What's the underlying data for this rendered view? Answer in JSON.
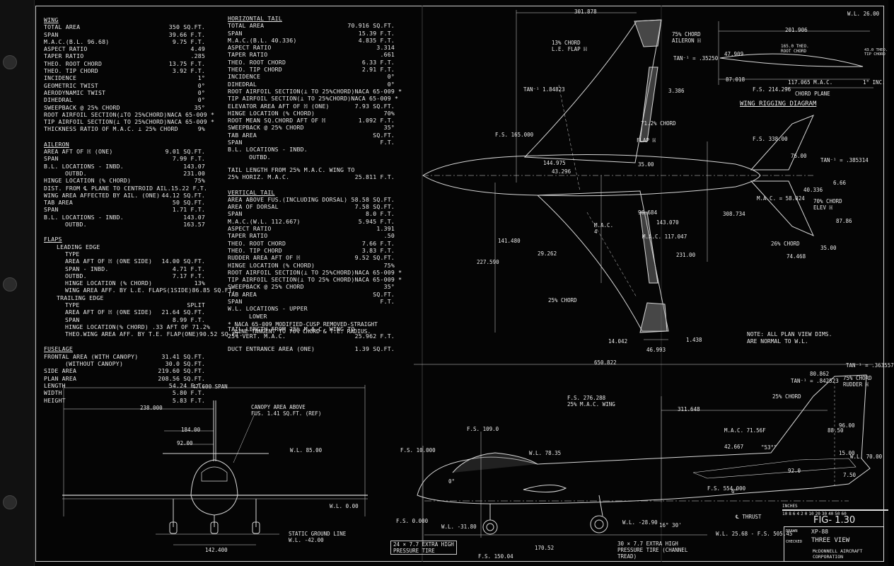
{
  "wing": {
    "title": "WING",
    "rows": [
      [
        "TOTAL AREA",
        "350 SQ.FT."
      ],
      [
        "SPAN",
        "39.66 F.T."
      ],
      [
        "M.A.C.(B.L. 96.68)",
        "9.75 F.T."
      ],
      [
        "ASPECT RATIO",
        "4.49"
      ],
      [
        "TAPER RATIO",
        ".285"
      ],
      [
        "THEO. ROOT CHORD",
        "13.75 F.T."
      ],
      [
        "THEO. TIP CHORD",
        "3.92 F.T."
      ],
      [
        "INCIDENCE",
        "1°"
      ],
      [
        "GEOMETRIC TWIST",
        "0°"
      ],
      [
        "AERODYNAMIC TWIST",
        "0°"
      ],
      [
        "DIHEDRAL",
        "0°"
      ],
      [
        "SWEEPBACK @ 25% CHORD",
        "35°"
      ],
      [
        "ROOT AIRFOIL SECTION(⊥TO 25%CHORD)",
        "NACA 65-009 *"
      ],
      [
        "TIP AIRFOIL SECTION(⊥ TO 25%CHORD)",
        "NACA 65-009 *"
      ],
      [
        "THICKNESS RATIO OF M.A.C. ⊥ 25% CHORD",
        "9%"
      ]
    ]
  },
  "aileron": {
    "title": "AILERON",
    "rows": [
      [
        "AREA AFT OF ℍ (ONE)",
        "9.01 SQ.FT.",
        ""
      ],
      [
        "SPAN",
        "7.99 F.T.",
        ""
      ],
      [
        "B.L. LOCATIONS - INBD.",
        "143.07",
        ""
      ],
      [
        "OUTBD.",
        "231.00",
        "sub2"
      ],
      [
        "HINGE LOCATION (% CHORD)",
        "75%",
        ""
      ],
      [
        "DIST. FROM ℄ PLANE TO CENTROID AIL.",
        "15.22 F.T.",
        ""
      ],
      [
        "WING AREA AFFECTED BY AIL. (ONE)",
        "44.12 SQ.FT.",
        ""
      ],
      [
        "TAB AREA",
        "50 SQ.FT.",
        ""
      ],
      [
        "SPAN",
        "1.71 F.T.",
        ""
      ],
      [
        "B.L. LOCATIONS - INBD.",
        "143.07",
        ""
      ],
      [
        "OUTBD.",
        "163.57",
        "sub2"
      ]
    ]
  },
  "flaps": {
    "title": "FLAPS",
    "rows": [
      [
        "LEADING EDGE",
        "",
        "sub"
      ],
      [
        "TYPE",
        "",
        "sub2"
      ],
      [
        "AREA AFT OF ℍ (ONE SIDE)",
        "14.00 SQ.FT.",
        "sub2"
      ],
      [
        "SPAN - INBD.",
        "4.71 F.T.",
        "sub2"
      ],
      [
        "OUTBD.",
        "7.17 F.T.",
        "sub2"
      ],
      [
        "HINGE LOCATION (% CHORD)",
        "13%",
        "sub2"
      ],
      [
        "WING AREA AFF. BY L.E. FLAPS(1SIDE)",
        "86.85 SQ.FT.",
        "sub2"
      ],
      [
        "TRAILING EDGE",
        "",
        "sub"
      ],
      [
        "TYPE",
        "SPLIT",
        "sub2"
      ],
      [
        "AREA AFT OF ℍ (ONE SIDE)",
        "21.64 SQ.FT.",
        "sub2"
      ],
      [
        "SPAN",
        "8.99 F.T.",
        "sub2"
      ],
      [
        "HINGE LOCATION(% CHORD)  .33 AFT OF 71.2%",
        "",
        "sub2"
      ],
      [
        "THEO.WING AREA AFF. BY T.E. FLAP(ONE)",
        "90.52 SQ.FT.",
        "sub2"
      ]
    ]
  },
  "fuselage": {
    "title": "FUSELAGE",
    "rows": [
      [
        "FRONTAL AREA (WITH CANOPY)",
        "31.41 SQ.FT.",
        ""
      ],
      [
        "(WITHOUT CANOPY)",
        "30.0 SQ.FT.",
        "sub2"
      ],
      [
        "SIDE AREA",
        "219.60 SQ.FT.",
        ""
      ],
      [
        "PLAN AREA",
        "208.56 SQ.FT.",
        ""
      ],
      [
        "LENGTH",
        "54.24 F.T.",
        ""
      ],
      [
        "WIDTH",
        "5.80 F.T.",
        ""
      ],
      [
        "HEIGHT",
        "5.83 F.T.",
        ""
      ]
    ]
  },
  "htail": {
    "title": "HORIZONTAL TAIL",
    "rows": [
      [
        "TOTAL AREA",
        "70.916 SQ.FT.",
        ""
      ],
      [
        "SPAN",
        "15.39 F.T.",
        ""
      ],
      [
        "M.A.C.(B.L. 40.336)",
        "4.835 F.T.",
        ""
      ],
      [
        "ASPECT RATIO",
        "3.314",
        ""
      ],
      [
        "TAPER RATIO",
        ".661",
        ""
      ],
      [
        "THEO. ROOT CHORD",
        "6.33 F.T.",
        ""
      ],
      [
        "THEO. TIP CHORD",
        "2.91 F.T.",
        ""
      ],
      [
        "INCIDENCE",
        "0°",
        ""
      ],
      [
        "DIHEDRAL",
        "0°",
        ""
      ],
      [
        "ROOT AIRFOIL SECTION(⊥ TO 25%CHORD)",
        "NACA 65-009 *",
        ""
      ],
      [
        "TIP AIRFOIL SECTION(⊥ TO 25%CHORD)",
        "NACA 65-009 *",
        ""
      ],
      [
        "ELEVATOR AREA AFT OF ℍ (ONE)",
        "7.93 SQ.FT.",
        ""
      ],
      [
        "HINGE LOCATION (% CHORD)",
        "70%",
        ""
      ],
      [
        "ROOT MEAN SQ.CHORD AFT OF ℍ",
        "1.092 F.T.",
        ""
      ],
      [
        "SWEEPBACK @ 25% CHORD",
        "35°",
        ""
      ],
      [
        "TAB AREA",
        "SQ.FT.",
        ""
      ],
      [
        "SPAN",
        "F.T.",
        ""
      ],
      [
        "B.L. LOCATIONS - INBD.",
        "",
        ""
      ],
      [
        "OUTBD.",
        "",
        "sub2"
      ]
    ]
  },
  "taillen_h": [
    "TAIL LENGTH FROM 25% M.A.C. WING TO",
    "25% HORIZ. M.A.C.",
    "25.811 F.T."
  ],
  "vtail": {
    "title": "VERTICAL TAIL",
    "rows": [
      [
        "AREA ABOVE FUS.(INCLUDING DORSAL)",
        "58.58 SQ.FT.",
        ""
      ],
      [
        "AREA OF DORSAL",
        "7.58 SQ.FT.",
        ""
      ],
      [
        "SPAN",
        "8.0 F.T.",
        ""
      ],
      [
        "M.A.C.(W.L. 112.667)",
        "5.945 F.T.",
        ""
      ],
      [
        "ASPECT RATIO",
        "1.391",
        ""
      ],
      [
        "TAPER RATIO",
        ".50",
        ""
      ],
      [
        "THEO. ROOT CHORD",
        "7.66 F.T.",
        ""
      ],
      [
        "THEO. TIP CHORD",
        "3.83 F.T.",
        ""
      ],
      [
        "RUDDER AREA AFT OF ℍ",
        "9.52 SQ.FT.",
        ""
      ],
      [
        "HINGE LOCATION (% CHORD)",
        "75%",
        ""
      ],
      [
        "ROOT AIRFOIL SECTION(⊥ TO 25%CHORD)",
        "NACA 65-009 *",
        ""
      ],
      [
        "TIP AIRFOIL SECTION(⊥ TO 25% CHORD)",
        "NACA 65-009 *",
        ""
      ],
      [
        "SWEEPBACK @ 25% CHORD",
        "35°",
        ""
      ],
      [
        "TAB AREA",
        "SQ.FT.",
        ""
      ],
      [
        "SPAN",
        "F.T.",
        ""
      ],
      [
        "W.L. LOCATIONS - UPPER",
        "",
        ""
      ],
      [
        "LOWER",
        "",
        "sub2"
      ]
    ]
  },
  "taillen_v": [
    "TAIL LENGTH FROM 25% M.A.C. WING TO",
    "25% VERT. M.A.C.",
    "25.962 F.T."
  ],
  "duct": [
    "DUCT ENTRANCE AREA (ONE)",
    "1.39 SQ.FT."
  ],
  "footnote": "* NACA 65-009 MODIFIED-CUSP REMOVED-STRAIGHT\n  LINE TANGENT TO 76% CHORD & T.E. RADIUS.",
  "plan_note": "NOTE: ALL PLAN VIEW DIMS.\nARE NORMAL TO W.L.",
  "rigging_title": "WING RIGGING DIAGRAM",
  "labels": {
    "span": "47.600 SPAN",
    "d238": "238.000",
    "d184": "184.00",
    "d92": "92.00",
    "canopy": "CANOPY AREA ABOVE\nFUS. 1.41 SQ.FT. (REF)",
    "wl85": "W.L. 85.00",
    "wl0": "W.L. 0.00",
    "d142": "142.400",
    "ground": "STATIC GROUND LINE\nW.L. -42.00",
    "tire1": "24 × 7.7 EXTRA HIGH\nPRESSURE TIRE",
    "tire2": "30 × 7.7 EXTRA HIGH\nPRESSURE TIRE (CHANNEL\nTREAD)",
    "d301": "301.878",
    "d650": "650.822",
    "d311": "311.648",
    "d170": "170.52",
    "le_flap": "13% CHORD\nL.E. FLAP ℍ",
    "aileron_h": "75% CHORD\nAILERON ℍ",
    "tan1": "TAN⁻¹ = .35250",
    "tan2": "TAN⁻¹ 1.84823",
    "c71": "71.2% CHORD",
    "flap_h": "FLAP ℍ",
    "fs165": "F.S. 165.000",
    "d144": "144.975",
    "d43": "43.296",
    "d35": "35.00",
    "mac": "M.A.C.\n4",
    "d141": "141.480",
    "d227": "227.590",
    "d29": "29.262",
    "d143": "143.070",
    "d96": "96.684",
    "mac1": "M.A.C. 117.047",
    "d231": "231.00",
    "c25": "25% CHORD",
    "d14": "14.042",
    "d46": "46.993",
    "d1438": "1.438",
    "fs338": "F.S. 338.00",
    "d76": "76.00",
    "tan3": "TAN⁻¹ = .385314",
    "d665": "6.66",
    "d40": "40.336",
    "mac2": "M.A.C. = 58.024",
    "c70": "70% CHORD\nELEV ℍ",
    "d308": "308.734",
    "d87": "87.86",
    "c26": "26% CHORD",
    "d3500": "35.00",
    "d74": "74.468",
    "wl26": "W.L. 26.00",
    "d201": "201.906",
    "d165": "165.0 THEO.\nROOT CHORD",
    "d47": "47.909",
    "d430": "43.0 THEO.\nTIP CHORD",
    "d87b": "87.018",
    "d117": "117.065 M.A.C.",
    "fs214": "F.S. 214.296",
    "chord_plane": "CHORD PLANE",
    "inc": "1° INC.",
    "fs276": "F.S. 276.288\n25% M.A.C. WING",
    "fs109": "F.S. 109.0",
    "wl78": "W.L. 78.35",
    "fs10": "F.S. 10.000",
    "fs0": "F.S. 0.000",
    "wl31": "W.L. -31.80",
    "wl28": "W.L. -28.90",
    "fs150": "F.S. 150.04",
    "fs554": "F.S. 554.000",
    "thrust": "℄ THRUST",
    "wl25": "W.L. 25.68 - F.S. 505.45",
    "d16": "16° 30'",
    "d0": "0°",
    "d6": "6°",
    "mac3": "M.A.C. 71.56F",
    "d42": "42.667",
    "d152": "15.00",
    "d92b": "92.0",
    "d750": "7.50",
    "d96b": "96.00",
    "d88": "88.50",
    "wl70": "W.L. 70.00",
    "c25b": "25% CHORD",
    "d80": "80.862",
    "tan4": "TAN⁻¹ = .842523",
    "tan5": "TAN⁻¹ = .363557",
    "c75": "75% CHORD\nRUDDER ℍ",
    "d77": "\"53°\""
  },
  "title_block": {
    "fig": "FIG- 1.30",
    "drawn": "DRAWN",
    "checked": "CHECKED",
    "model": "XP-88",
    "view": "THREE VIEW",
    "company": "McDONNELL AIRCRAFT\nCORPORATION",
    "inches": "INCHES",
    "scale_ticks": [
      "10",
      "8",
      "6",
      "4",
      "2",
      "0",
      "10",
      "20",
      "30",
      "40",
      "50",
      "60"
    ]
  }
}
